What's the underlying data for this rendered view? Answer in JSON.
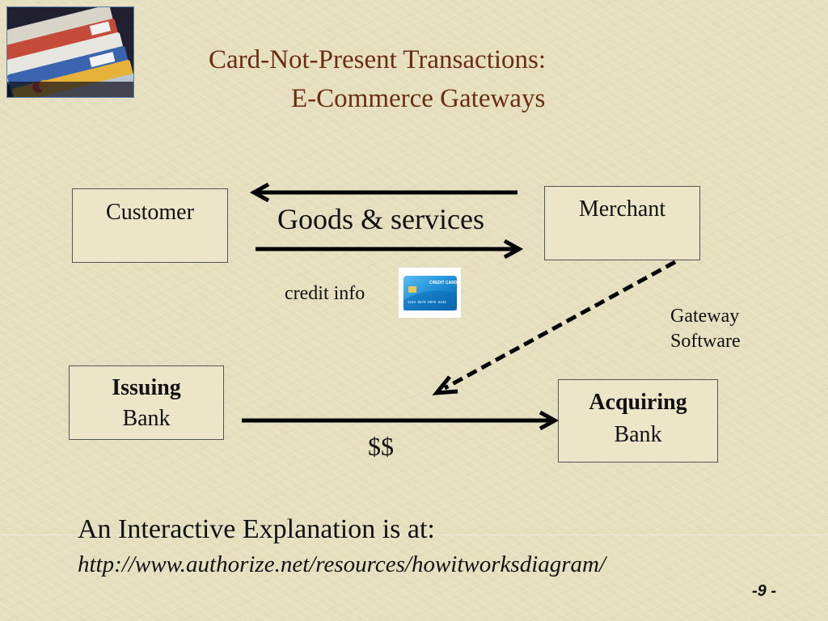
{
  "slide": {
    "title_line1": "Card-Not-Present Transactions:",
    "title_line2": "E-Commerce Gateways",
    "page_number": "-9 -",
    "footer_line1": "An Interactive Explanation is at:",
    "footer_url": "http://www.authorize.net/resources/howitworksdiagram/"
  },
  "nodes": {
    "customer": "Customer",
    "merchant": "Merchant",
    "issuing_bold": "Issuing",
    "issuing_rest": "Bank",
    "acquiring_bold": "Acquiring",
    "acquiring_rest": "Bank"
  },
  "edges": {
    "goods_label": "Goods & services",
    "credit_label": "credit info",
    "gateway_line1": "Gateway",
    "gateway_line2": "Software",
    "money_label": "$$"
  },
  "card_image": {
    "header_text": "CREDIT CARD",
    "number_text": "1234 5678 9876 5432"
  },
  "colors": {
    "title": "#6b2d12",
    "background": "#e6dfbf",
    "card_blue": "#1f8fd8"
  }
}
